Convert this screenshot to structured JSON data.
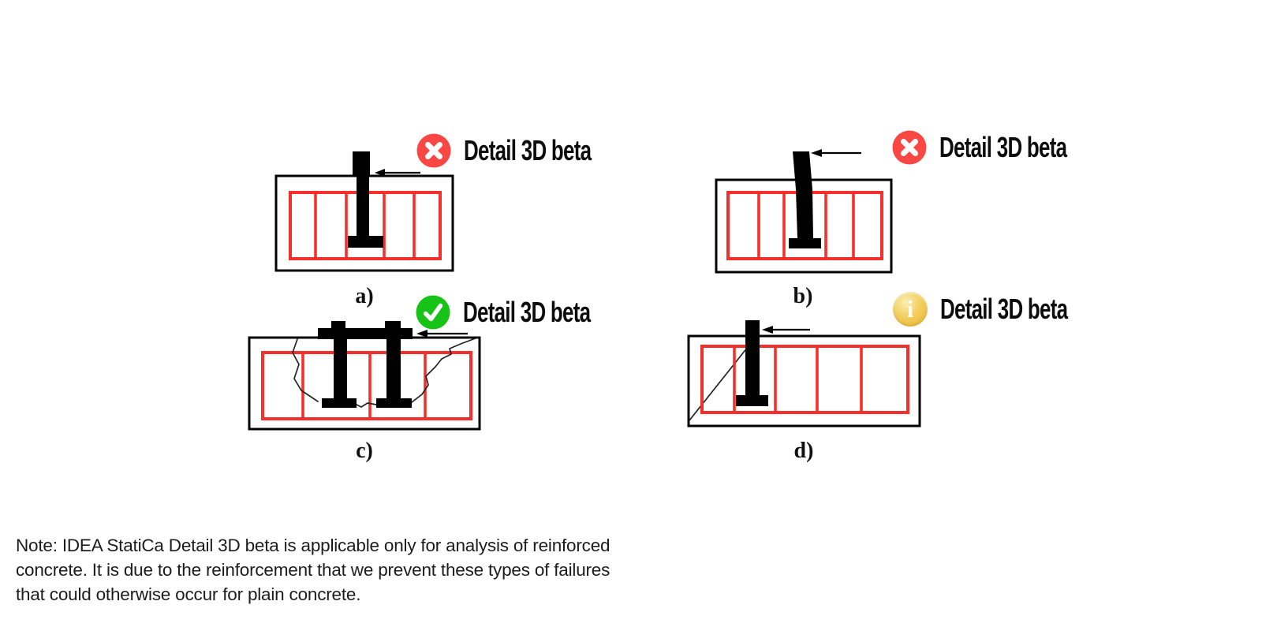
{
  "figures": [
    {
      "caption": "a)",
      "status_label": "Detail 3D beta",
      "icon": "x-circle-icon"
    },
    {
      "caption": "b)",
      "status_label": "Detail 3D beta",
      "icon": "x-circle-icon"
    },
    {
      "caption": "c)",
      "status_label": "Detail 3D beta",
      "icon": "check-circle-icon"
    },
    {
      "caption": "d)",
      "status_label": "Detail 3D beta",
      "icon": "info-circle-icon"
    }
  ],
  "info_icon_glyph": "i",
  "note": {
    "lines": [
      "Note: IDEA StatiCa Detail 3D beta is applicable only for analysis of reinforced",
      "concrete. It is due to the reinforcement that we prevent these types of failures",
      "that could otherwise occur for plain concrete."
    ]
  },
  "colors": {
    "ink": "#000000",
    "rebar_red": "#f5302c",
    "crack": "#222222",
    "status_red": "#fb4743",
    "status_green": "#17c317",
    "status_gold": "#eec045"
  }
}
